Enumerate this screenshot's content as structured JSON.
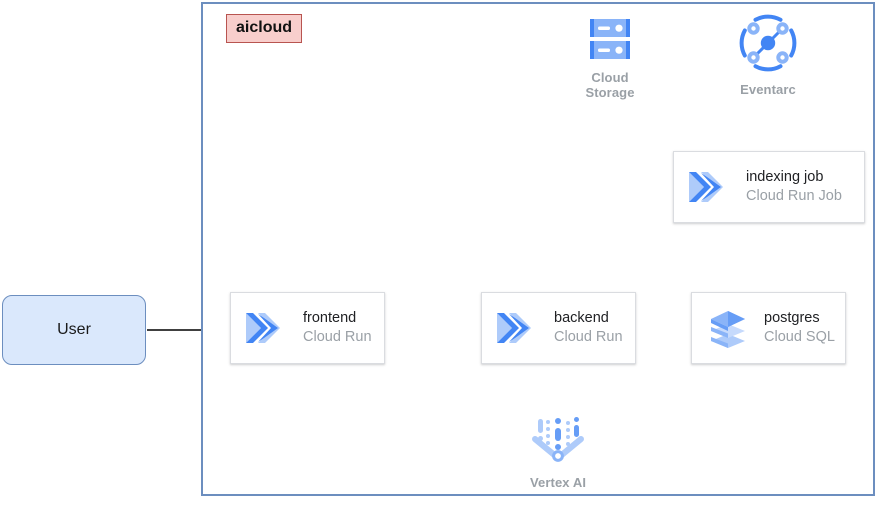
{
  "diagram": {
    "title": "aicloud architecture diagram",
    "container": {
      "label": "aicloud",
      "border_color": "#6C8EBF",
      "label_fill": "#F8CECC",
      "label_border": "#B85450"
    },
    "nodes": [
      {
        "id": "user",
        "label": "User",
        "kind": "actor-pill",
        "fill": "#DAE8FC",
        "stroke": "#6C8EBF"
      },
      {
        "id": "frontend",
        "title": "frontend",
        "subtitle": "Cloud Run",
        "icon": "cloud-run-icon",
        "kind": "card"
      },
      {
        "id": "backend",
        "title": "backend",
        "subtitle": "Cloud Run",
        "icon": "cloud-run-icon",
        "kind": "card"
      },
      {
        "id": "postgres",
        "title": "postgres",
        "subtitle": "Cloud SQL",
        "icon": "cloud-sql-icon",
        "kind": "card"
      },
      {
        "id": "indexing-job",
        "title": "indexing job",
        "subtitle": "Cloud Run Job",
        "icon": "cloud-run-icon",
        "kind": "card"
      },
      {
        "id": "cloud-storage",
        "caption_line1": "Cloud",
        "caption_line2": "Storage",
        "icon": "cloud-storage-icon",
        "kind": "icon-node"
      },
      {
        "id": "eventarc",
        "caption_line1": "Eventarc",
        "caption_line2": "",
        "icon": "eventarc-icon",
        "kind": "icon-node"
      },
      {
        "id": "vertex-ai",
        "caption_line1": "Vertex AI",
        "caption_line2": "",
        "icon": "vertex-ai-icon",
        "kind": "icon-node"
      }
    ],
    "edges": [
      {
        "from": "user",
        "to": "frontend"
      },
      {
        "from": "frontend",
        "to": "backend"
      },
      {
        "from": "backend",
        "to": "postgres"
      },
      {
        "from": "backend",
        "to": "cloud-storage"
      },
      {
        "from": "backend",
        "to": "vertex-ai"
      },
      {
        "from": "cloud-storage",
        "to": "eventarc"
      },
      {
        "from": "eventarc",
        "to": "indexing-job"
      },
      {
        "from": "indexing-job",
        "to": "postgres"
      }
    ],
    "colors": {
      "edge": "#000000",
      "node_border": "#DADCE0",
      "primary_text": "#202124",
      "secondary_text": "#9AA0A6",
      "google_blue": "#4285F4",
      "google_blue_light": "#A8C7FA"
    }
  }
}
